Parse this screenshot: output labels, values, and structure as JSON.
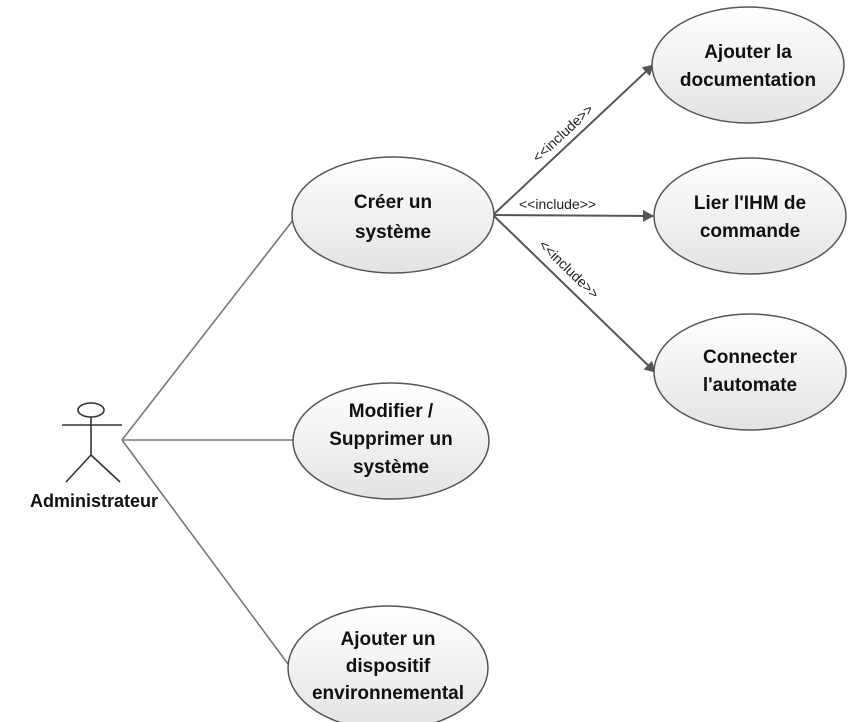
{
  "actor": {
    "name": "Administrateur"
  },
  "use_cases": [
    {
      "id": "creer",
      "lines": [
        "Créer un",
        "système"
      ]
    },
    {
      "id": "modifier",
      "lines": [
        "Modifier /",
        "Supprimer un",
        "système"
      ]
    },
    {
      "id": "ajouter-dispositif",
      "lines": [
        "Ajouter un",
        "dispositif",
        "environnemental"
      ]
    },
    {
      "id": "ajouter-doc",
      "lines": [
        "Ajouter la",
        "documentation"
      ]
    },
    {
      "id": "lier-ihm",
      "lines": [
        "Lier l'IHM de",
        "commande"
      ]
    },
    {
      "id": "connecter",
      "lines": [
        "Connecter",
        "l'automate"
      ]
    }
  ],
  "relations": {
    "include_label": "<<include>>"
  },
  "colors": {
    "ellipse_fill_top": "#ffffff",
    "ellipse_fill_bottom": "#e3e3e3",
    "line": "#777777",
    "arrow": "#555555"
  }
}
